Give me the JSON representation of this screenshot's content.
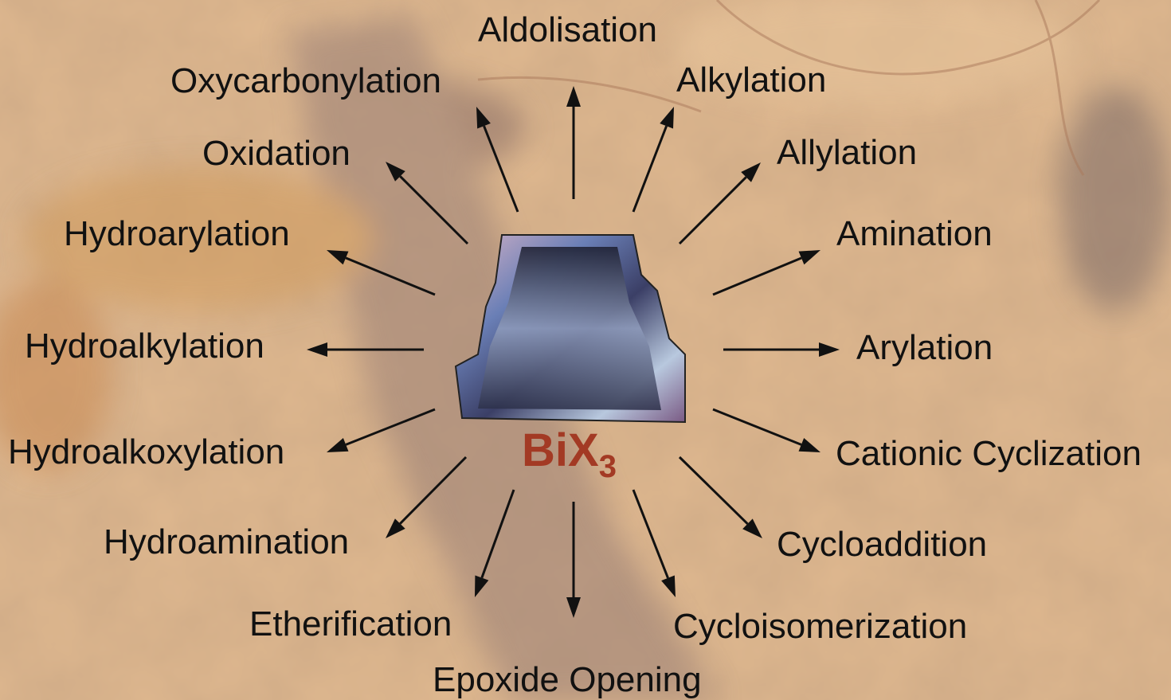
{
  "center": {
    "formula_main": "BiX",
    "formula_subscript": "3",
    "color": "#a33a24",
    "image": "bismuth-crystal"
  },
  "reactions": [
    "Aldolisation",
    "Alkylation",
    "Allylation",
    "Amination",
    "Arylation",
    "Cationic Cyclization",
    "Cycloaddition",
    "Cycloisomerization",
    "Epoxide Opening",
    "Etherification",
    "Hydroamination",
    "Hydroalkoxylation",
    "Hydroalkylation",
    "Hydroarylation",
    "Oxidation",
    "Oxycarbonylation"
  ],
  "colors": {
    "background": "#dcb48a",
    "text": "#111111",
    "arrow": "#111111"
  }
}
